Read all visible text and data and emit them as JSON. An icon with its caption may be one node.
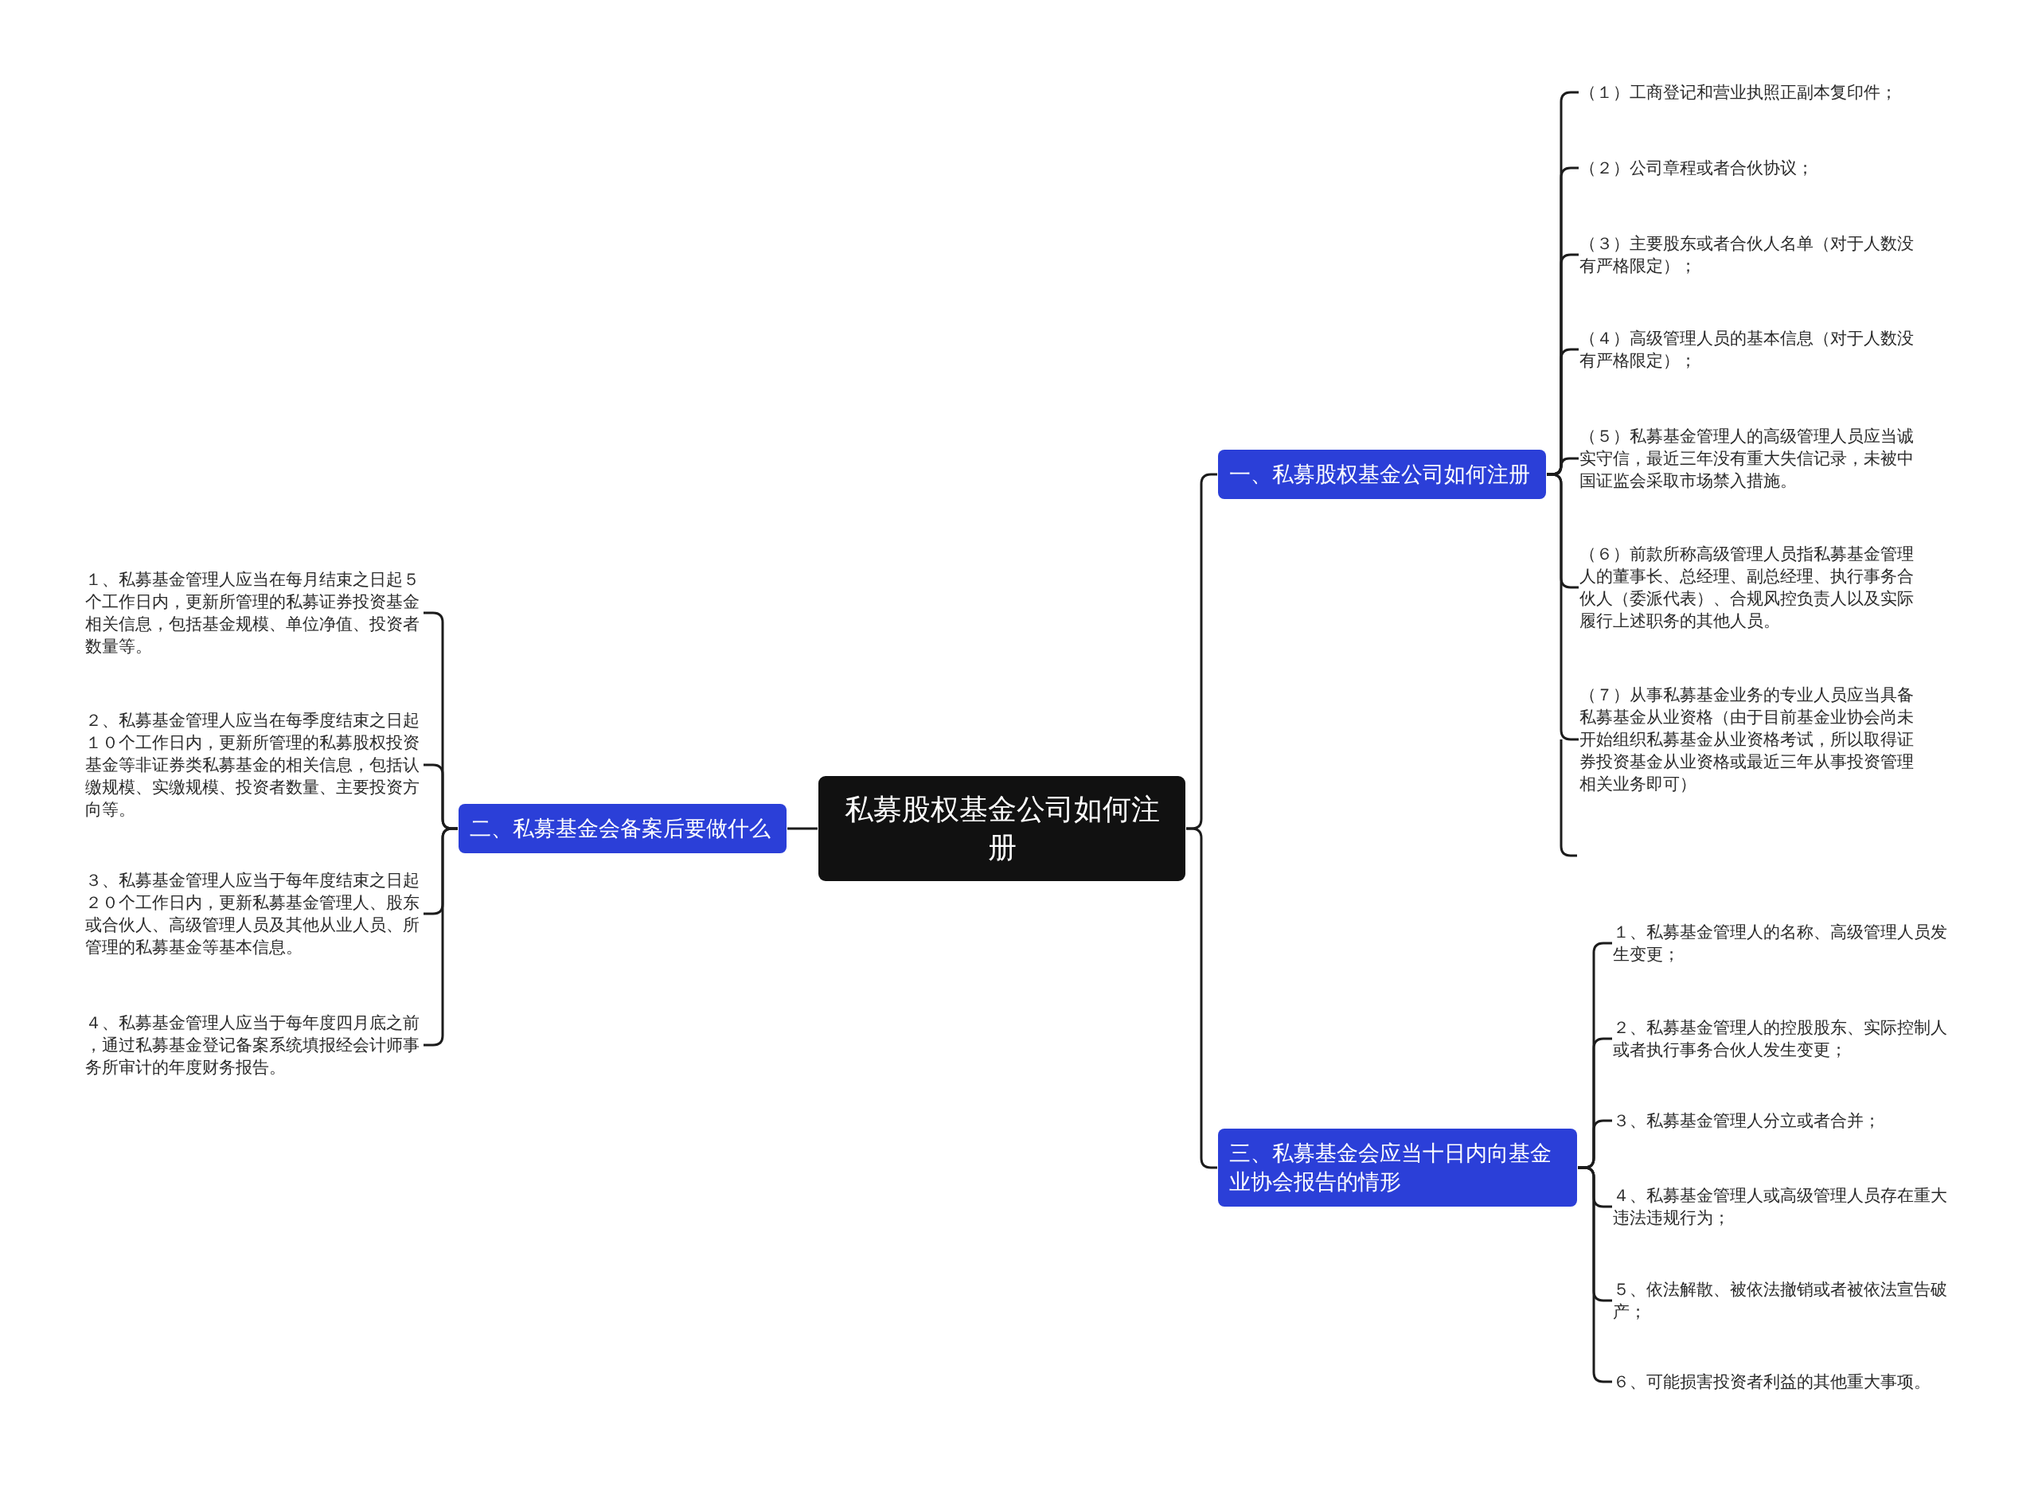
{
  "diagram": {
    "nodes": [
      {
        "text": [
          "私募股权基金公司如何注册"
        ]
      },
      {
        "text": [
          "一、私募股权基金公司如何注册"
        ]
      },
      {
        "text": [
          "（１）工商登记和营业执照正副本复印件；"
        ]
      },
      {
        "text": [
          "（２）公司章程或者合伙协议；"
        ]
      },
      {
        "text": [
          "（３）主要股东或者合伙人名单（对于人数没有严格限定）；"
        ]
      },
      {
        "text": [
          "（４）高级管理人员的基本信息（对于人数没有严格限定）；"
        ]
      },
      {
        "text": [
          "（５）私募基金管理人的高级管理人员应当诚实守信，最近三年没有重大失信记录，未被中国证监会采取市场禁入措施。"
        ]
      },
      {
        "text": [
          "（６）前款所称高级管理人员指私募基金管理人的董事长、总经理、副总经理、执行事务合伙人（委派代表）、合规风控负责人以及实际履行上述职务的其他人员。"
        ]
      },
      {
        "text": [
          "（７）从事私募基金业务的专业人员应当具备私募基金从业资格（由于目前基金业协会尚未开始组织私募基金从业资格考试，所以取得证券投资基金从业资格或最近三年从事投资管理相关业务即可）"
        ]
      },
      {
        "text": [
          "二、私募基金会备案后要做什么"
        ]
      },
      {
        "text": [
          "１、私募基金管理人应当在每月结束之日起５个工作日内，更新所管理的私募证券投资基金相关信息，包括基金规模、单位净值、投资者数量等。"
        ]
      },
      {
        "text": [
          "２、私募基金管理人应当在每季度结束之日起１０个工作日内，更新所管理的私募股权投资基金等非证券类私募基金的相关信息，包括认缴规模、实缴规模、投资者数量、主要投资方向等。"
        ]
      },
      {
        "text": [
          "３、私募基金管理人应当于每年度结束之日起２０个工作日内，更新私募基金管理人、股东或合伙人、高级管理人员及其他从业人员、所管理的私募基金等基本信息。"
        ]
      },
      {
        "text": [
          "４、私募基金管理人应当于每年度四月底之前，通过私募基金登记备案系统填报经会计师事务所审计的年度财务报告。"
        ]
      },
      {
        "text": [
          "三、私募基金会应当十日内向基金业协会报告的情形"
        ]
      },
      {
        "text": [
          "１、私募基金管理人的名称、高级管理人员发生变更；"
        ]
      },
      {
        "text": [
          "２、私募基金管理人的控股股东、实际控制人或者执行事务合伙人发生变更；"
        ]
      },
      {
        "text": [
          "３、私募基金管理人分立或者合并；"
        ]
      },
      {
        "text": [
          "４、私募基金管理人或高级管理人员存在重大违法违规行为；"
        ]
      },
      {
        "text": [
          "５、依法解散、被依法撤销或者被依法宣告破产；"
        ]
      },
      {
        "text": [
          "６、可能损害投资者利益的其他重大事项。"
        ]
      }
    ],
    "edges": [
      {
        "from": 0,
        "to": 1,
        "arrow": "none"
      },
      {
        "from": 1,
        "to": 2,
        "arrow": "none"
      },
      {
        "from": 1,
        "to": 3,
        "arrow": "none"
      },
      {
        "from": 1,
        "to": 4,
        "arrow": "none"
      },
      {
        "from": 1,
        "to": 5,
        "arrow": "none"
      },
      {
        "from": 1,
        "to": 6,
        "arrow": "none"
      },
      {
        "from": 1,
        "to": 7,
        "arrow": "none"
      },
      {
        "from": 1,
        "to": 8,
        "arrow": "none"
      },
      {
        "from": 0,
        "to": 9,
        "arrow": "none"
      },
      {
        "from": 9,
        "to": 10,
        "arrow": "none"
      },
      {
        "from": 9,
        "to": 11,
        "arrow": "none"
      },
      {
        "from": 9,
        "to": 12,
        "arrow": "none"
      },
      {
        "from": 9,
        "to": 13,
        "arrow": "none"
      },
      {
        "from": 0,
        "to": 14,
        "arrow": "none"
      },
      {
        "from": 14,
        "to": 15,
        "arrow": "none"
      },
      {
        "from": 14,
        "to": 16,
        "arrow": "none"
      },
      {
        "from": 14,
        "to": 17,
        "arrow": "none"
      },
      {
        "from": 14,
        "to": 18,
        "arrow": "none"
      },
      {
        "from": 14,
        "to": 19,
        "arrow": "none"
      },
      {
        "from": 14,
        "to": 20,
        "arrow": "none"
      }
    ]
  }
}
